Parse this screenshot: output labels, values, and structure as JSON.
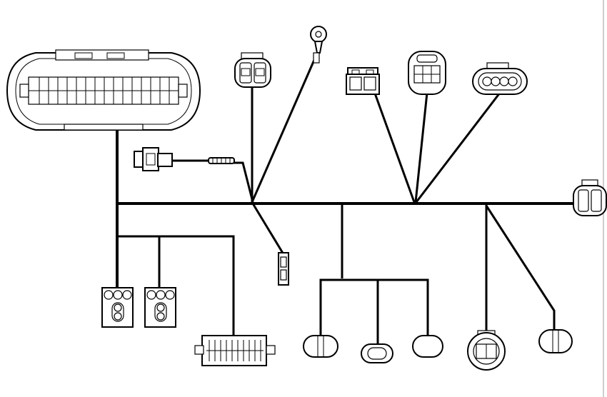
{
  "diagram": {
    "type": "wiring-harness",
    "colors": {
      "line": "#000000",
      "background": "#ffffff",
      "frame": "#bdbdbd"
    },
    "connectors": [
      {
        "id": "ecu-main-connector",
        "kind": "large-multi-pin"
      },
      {
        "id": "ring-terminal",
        "kind": "ring-eyelet"
      },
      {
        "id": "connector-2pin-top-left",
        "kind": "2-pin-round"
      },
      {
        "id": "connector-inline-pigtail",
        "kind": "inline-pigtail"
      },
      {
        "id": "connector-square-top",
        "kind": "square-2-pin"
      },
      {
        "id": "connector-3pin-top",
        "kind": "3-pin-oval"
      },
      {
        "id": "connector-4pin-top-right",
        "kind": "4-pin-flat"
      },
      {
        "id": "connector-right-end",
        "kind": "2-pin-round"
      },
      {
        "id": "connector-fuse-holder",
        "kind": "small-vertical"
      },
      {
        "id": "connector-relay-1",
        "kind": "3-pin-square"
      },
      {
        "id": "connector-relay-2",
        "kind": "3-pin-square"
      },
      {
        "id": "connector-multi-bottom",
        "kind": "rectangular-multi-pin"
      },
      {
        "id": "connector-oval-1",
        "kind": "oval-2-pin"
      },
      {
        "id": "connector-oval-2",
        "kind": "oval-2-pin"
      },
      {
        "id": "connector-oval-3",
        "kind": "oval"
      },
      {
        "id": "connector-round-bottom",
        "kind": "round-multi-pin"
      },
      {
        "id": "connector-oval-right",
        "kind": "oval-2-pin"
      }
    ]
  }
}
